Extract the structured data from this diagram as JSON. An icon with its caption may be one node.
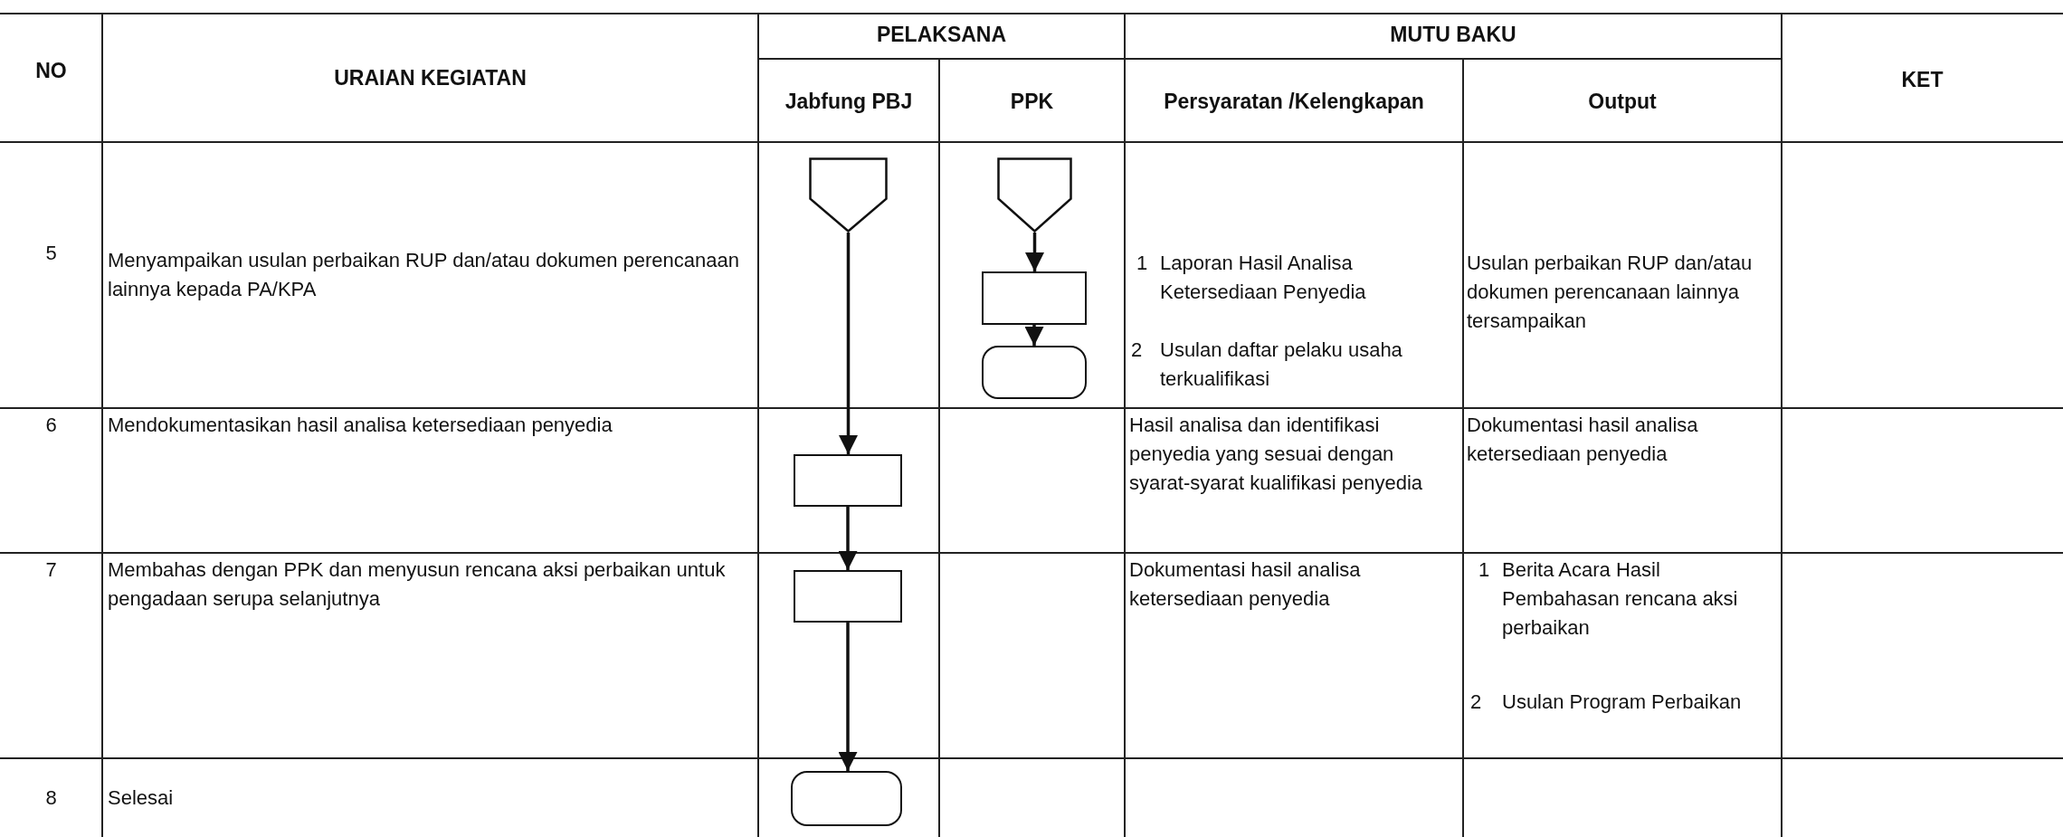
{
  "diagram": {
    "nodes": [
      {
        "text": [],
        "shape": "pentagon"
      },
      {
        "text": [],
        "shape": "pentagon"
      },
      {
        "text": [],
        "shape": "box"
      },
      {
        "text": [],
        "shape": "capsule"
      },
      {
        "text": [],
        "shape": "box"
      },
      {
        "text": [],
        "shape": "box"
      },
      {
        "text": [],
        "shape": "capsule"
      }
    ],
    "edges": [
      {
        "from": 0,
        "to": 4,
        "arrow": "to"
      },
      {
        "from": 1,
        "to": 2,
        "arrow": "to"
      },
      {
        "from": 2,
        "to": 3,
        "arrow": "to"
      },
      {
        "from": 4,
        "to": 5,
        "arrow": "to"
      },
      {
        "from": 5,
        "to": 6,
        "arrow": "to"
      }
    ],
    "labels": [
      "NO",
      "URAIAN KEGIATAN",
      "PELAKSANA",
      "MUTU BAKU",
      "KET",
      "Jabfung PBJ",
      "PPK",
      "Persyaratan /Kelengkapan",
      "Output",
      "5",
      "Menyampaikan usulan perbaikan RUP dan/atau dokumen perencanaan lainnya kepada PA/KPA",
      "1",
      "Laporan Hasil Analisa Ketersediaan Penyedia",
      "2",
      "Usulan daftar pelaku usaha terkualifikasi",
      "Usulan perbaikan RUP dan/atau dokumen perencanaan lainnya tersampaikan",
      "6",
      "Mendokumentasikan hasil analisa ketersediaan penyedia",
      "Hasil analisa dan identifikasi penyedia yang sesuai dengan syarat-syarat kualifikasi penyedia",
      "Dokumentasi hasil analisa ketersediaan penyedia",
      "7",
      "Membahas dengan PPK dan menyusun rencana aksi perbaikan untuk pengadaan serupa selanjutnya",
      "Dokumentasi hasil analisa ketersediaan penyedia",
      "1",
      "Berita Acara Hasil Pembahasan rencana aksi perbaikan",
      "2",
      "Usulan Program Perbaikan",
      "8",
      "Selesai"
    ]
  }
}
